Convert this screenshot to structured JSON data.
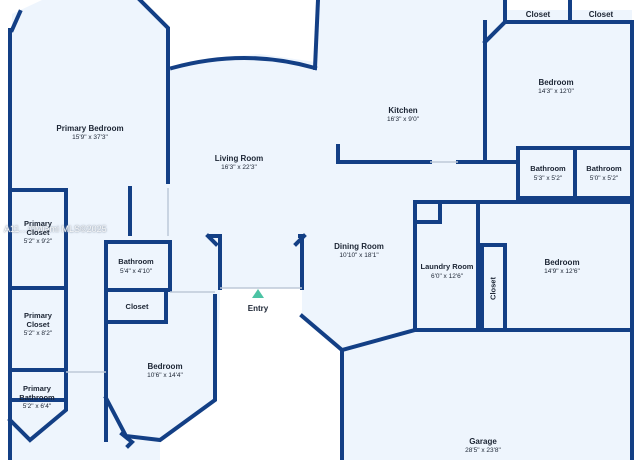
{
  "rooms": {
    "primary_bedroom": {
      "name": "Primary Bedroom",
      "dims": "15'9\" x 37'3\""
    },
    "living_room": {
      "name": "Living Room",
      "dims": "16'3\" x 22'3\""
    },
    "kitchen": {
      "name": "Kitchen",
      "dims": "16'3\" x 9'0\""
    },
    "bedroom_ne": {
      "name": "Bedroom",
      "dims": "14'3\" x 12'0\""
    },
    "closet_top1": {
      "name": "Closet"
    },
    "closet_top2": {
      "name": "Closet"
    },
    "bathroom_e1": {
      "name": "Bathroom",
      "dims": "5'3\" x 5'2\""
    },
    "bathroom_e2": {
      "name": "Bathroom",
      "dims": "5'0\" x 5'2\""
    },
    "bedroom_e": {
      "name": "Bedroom",
      "dims": "14'9\" x 12'6\""
    },
    "laundry_room": {
      "name": "Laundry Room",
      "dims": "6'0\" x 12'6\""
    },
    "closet_laundry": {
      "name": "Closet"
    },
    "dining_room": {
      "name": "Dining Room",
      "dims": "10'10\" x 18'1\""
    },
    "primary_closet_1": {
      "name": "Primary\nCloset",
      "name_l1": "Primary",
      "name_l2": "Closet",
      "dims": "5'2\" x 9'2\""
    },
    "primary_closet_2": {
      "name_l1": "Primary",
      "name_l2": "Closet",
      "dims": "5'2\" x 8'2\""
    },
    "primary_bathroom": {
      "name_l1": "Primary",
      "name_l2": "Bathroom",
      "dims": "5'2\" x 6'4\""
    },
    "bathroom_c": {
      "name": "Bathroom",
      "dims": "5'4\" x 4'10\""
    },
    "closet_c": {
      "name": "Closet"
    },
    "bedroom_sw": {
      "name": "Bedroom",
      "dims": "10'6\" x 14'4\""
    },
    "entry": {
      "name": "Entry"
    },
    "garage": {
      "name": "Garage",
      "dims": "28'5\" x 23'8\""
    }
  },
  "watermark": "A11…©Miami MLS©2025",
  "colors": {
    "wall": "#133f85",
    "floor": "#eef5fd",
    "door": "#bdc9d8",
    "entry_arrow": "#4cc3a4"
  }
}
